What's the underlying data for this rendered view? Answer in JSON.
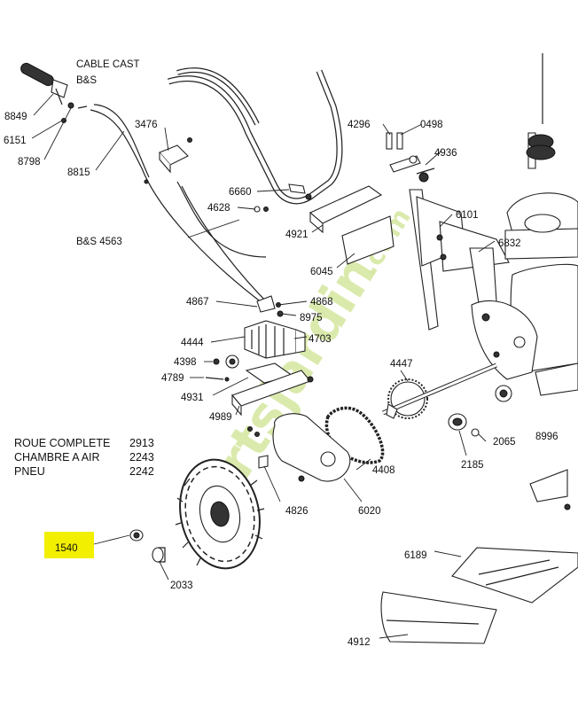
{
  "labels": {
    "l8849": "8849",
    "l6151": "6151",
    "l8798": "8798",
    "l8815": "8815",
    "l3476": "3476",
    "l4296": "4296",
    "l0498": "0498",
    "l4936": "4936",
    "l6660": "6660",
    "l4628": "4628",
    "l4921": "4921",
    "l6101": "6101",
    "lbs4563": "B&S  4563",
    "l6832": "6832",
    "l6045": "6045",
    "l4867": "4867",
    "l4868": "4868",
    "l8975": "8975",
    "l4444": "4444",
    "l4703": "4703",
    "l4398": "4398",
    "l4447": "4447",
    "l4789": "4789",
    "l4931": "4931",
    "l4989": "4989",
    "l2065": "2065",
    "l8996": "8996",
    "l4408": "4408",
    "l2185": "2185",
    "l4826": "4826",
    "l6020": "6020",
    "l1540": "1540",
    "l6189": "6189",
    "l2033": "2033",
    "l4912": "4912",
    "lcable_bs": "B&S",
    "lcable_top": "CABLE CAST"
  },
  "legend": {
    "row1_name": "ROUE COMPLETE",
    "row1_code": "2913",
    "row2_name": "CHAMBRE A AIR",
    "row2_code": "2243",
    "row3_name": "PNEU",
    "row3_code": "2242"
  },
  "watermark": {
    "text": "Fortsjardin",
    "suffix": ".com"
  },
  "colors": {
    "highlight": "#f2f000",
    "watermark": "#bcd96a",
    "line": "#222222"
  }
}
